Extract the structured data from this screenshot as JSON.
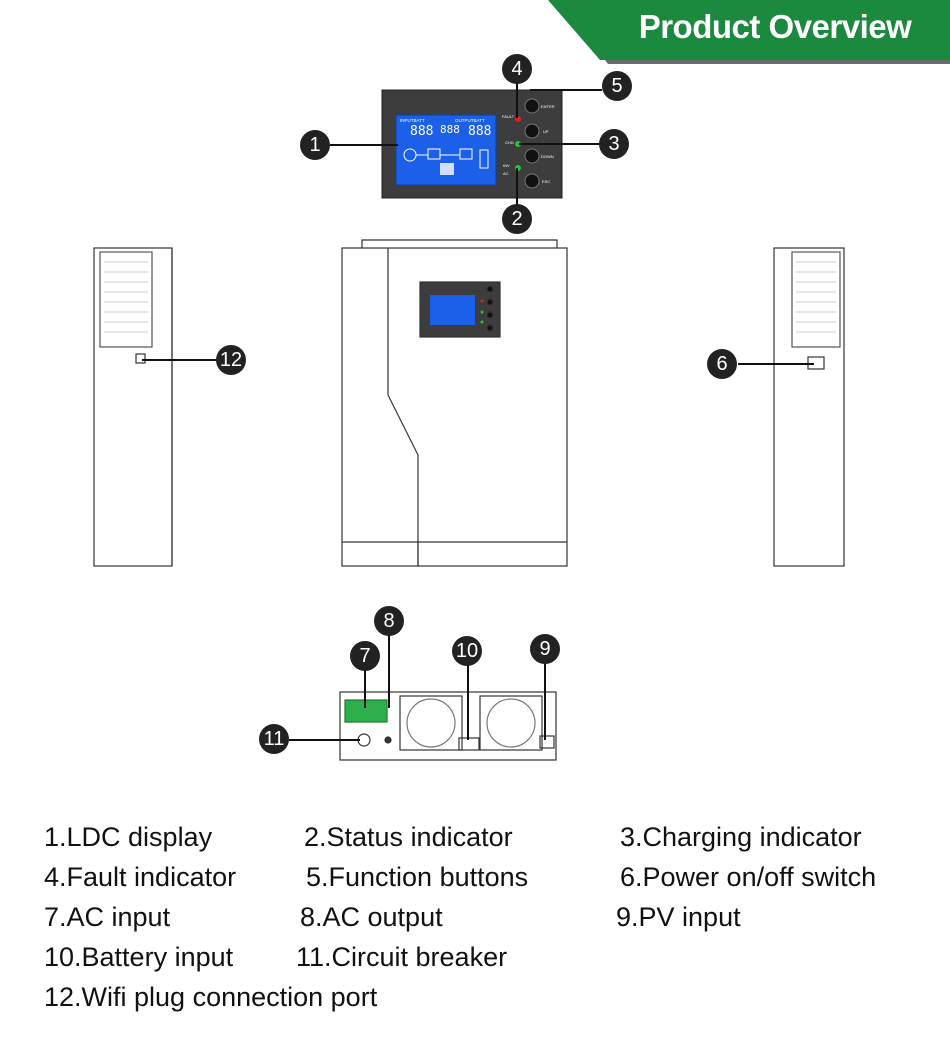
{
  "header": {
    "title": "Product Overview"
  },
  "colors": {
    "banner": "#1c8a3e",
    "banner_shadow": "#6a6a6a",
    "callout": "#222222",
    "lcd": "#1c5fe8",
    "led_green": "#22c33a",
    "led_red": "#e02020"
  },
  "panel": {
    "fault_label": "FAULT",
    "chg_label": "CHG",
    "inv_label": "INV",
    "ac_label": "AC",
    "enter_label": "ENTER",
    "up_label": "UP",
    "down_label": "DOWN",
    "esc_label": "ESC",
    "lcd_input_label": "INPUTBATT",
    "lcd_output_label": "OUTPUTBATT",
    "lcd_digits": "888"
  },
  "callouts": [
    "1",
    "2",
    "3",
    "4",
    "5",
    "6",
    "7",
    "8",
    "9",
    "10",
    "11",
    "12"
  ],
  "legend": [
    [
      "1.LDC display",
      "2.Status indicator",
      "3.Charging indicator"
    ],
    [
      "4.Fault indicator",
      "5.Function buttons",
      "6.Power on/off switch"
    ],
    [
      "7.AC input",
      "8.AC output",
      "9.PV input"
    ],
    [
      "10.Battery input",
      "11.Circuit breaker",
      ""
    ],
    [
      "12.Wifi plug connection port",
      "",
      ""
    ]
  ]
}
